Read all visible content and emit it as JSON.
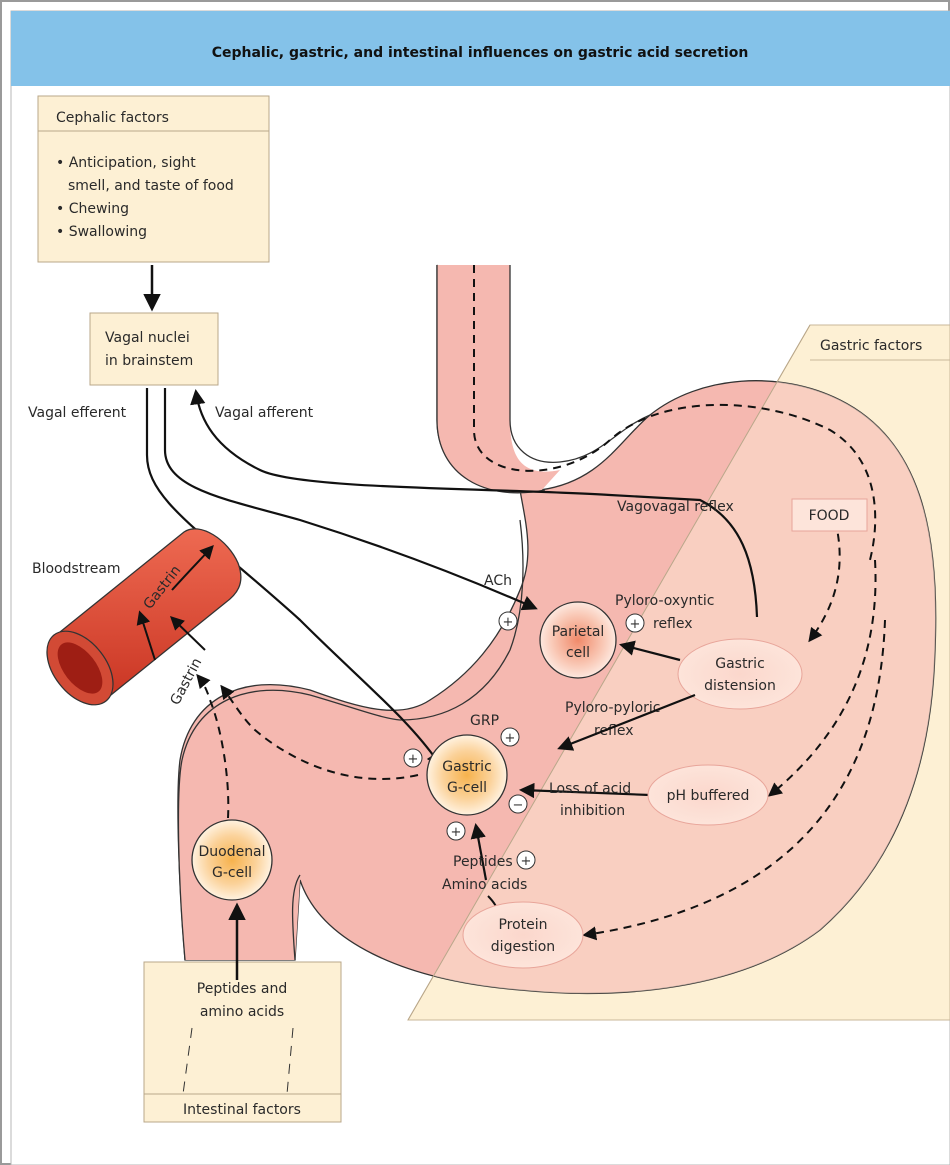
{
  "title": "Cephalic, gastric, and intestinal influences on gastric acid secretion",
  "cephalic": {
    "header": "Cephalic factors",
    "items": [
      "• Anticipation, sight",
      "smell, and taste of food",
      "• Chewing",
      "• Swallowing"
    ]
  },
  "vagal_nuclei": [
    "Vagal nuclei",
    "in brainstem"
  ],
  "labels": {
    "vagal_efferent": "Vagal efferent",
    "vagal_afferent": "Vagal afferent",
    "gastric_factors": "Gastric factors",
    "vagovagal": "Vagovagal reflex",
    "food": "FOOD",
    "bloodstream": "Bloodstream",
    "gastrin_vessel": "Gastrin",
    "gastrin_free": "Gastrin",
    "ach": "ACh",
    "pyloro_oxyntic": [
      "Pyloro-oxyntic",
      "reflex"
    ],
    "pyloro_pyloric": [
      "Pyloro-pyloric",
      "reflex"
    ],
    "grp": "GRP",
    "loss_acid": [
      "Loss of acid",
      "inhibition"
    ],
    "peptides": "Peptides",
    "amino_acids": "Amino acids",
    "plus": "+",
    "minus": "−"
  },
  "cells": {
    "parietal": [
      "Parietal",
      "cell"
    ],
    "gastric_g": [
      "Gastric",
      "G-cell"
    ],
    "duodenal_g": [
      "Duodenal",
      "G-cell"
    ]
  },
  "ovals": {
    "gastric_distension": [
      "Gastric",
      "distension"
    ],
    "ph_buffered": "pH buffered",
    "protein_digestion": [
      "Protein",
      "digestion"
    ]
  },
  "intestinal": {
    "text": [
      "Peptides and",
      "amino acids"
    ],
    "footer": "Intestinal factors"
  },
  "colors": {
    "title_bar": "#84c2e9",
    "box_fill": "#fdf0d4",
    "stomach": "#f5b8b0",
    "vessel": "#e24a35",
    "cell_glow": "#f6b04a"
  }
}
